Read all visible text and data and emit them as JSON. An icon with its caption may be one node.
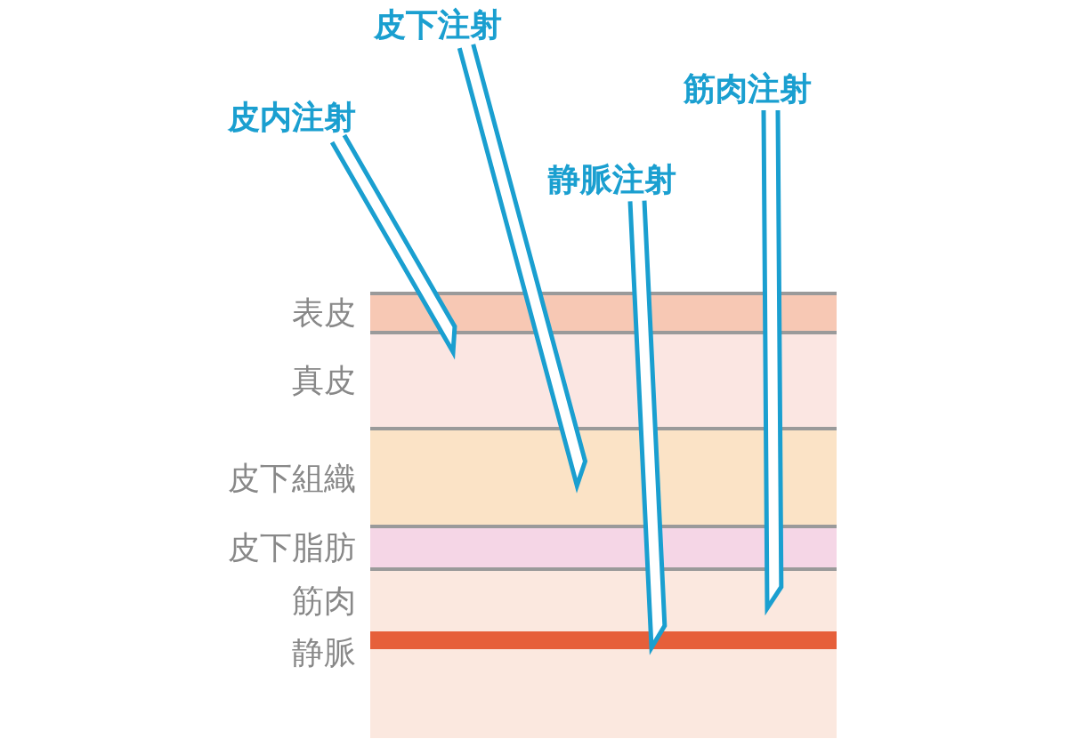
{
  "diagram": {
    "nodes": [
      {
        "text": [
          "皮下注射"
        ]
      },
      {
        "text": [
          "筋肉注射"
        ]
      },
      {
        "text": [
          "皮内注射"
        ]
      },
      {
        "text": [
          "静脈注射"
        ]
      },
      {
        "text": [
          "表皮"
        ]
      },
      {
        "text": [
          "真皮"
        ]
      },
      {
        "text": [
          "皮下組織"
        ]
      },
      {
        "text": [
          "皮下脂肪"
        ]
      },
      {
        "text": [
          "筋肉"
        ]
      },
      {
        "text": [
          "静脈"
        ]
      },
      {
        "text": [],
        "shape": "bar"
      }
    ]
  }
}
